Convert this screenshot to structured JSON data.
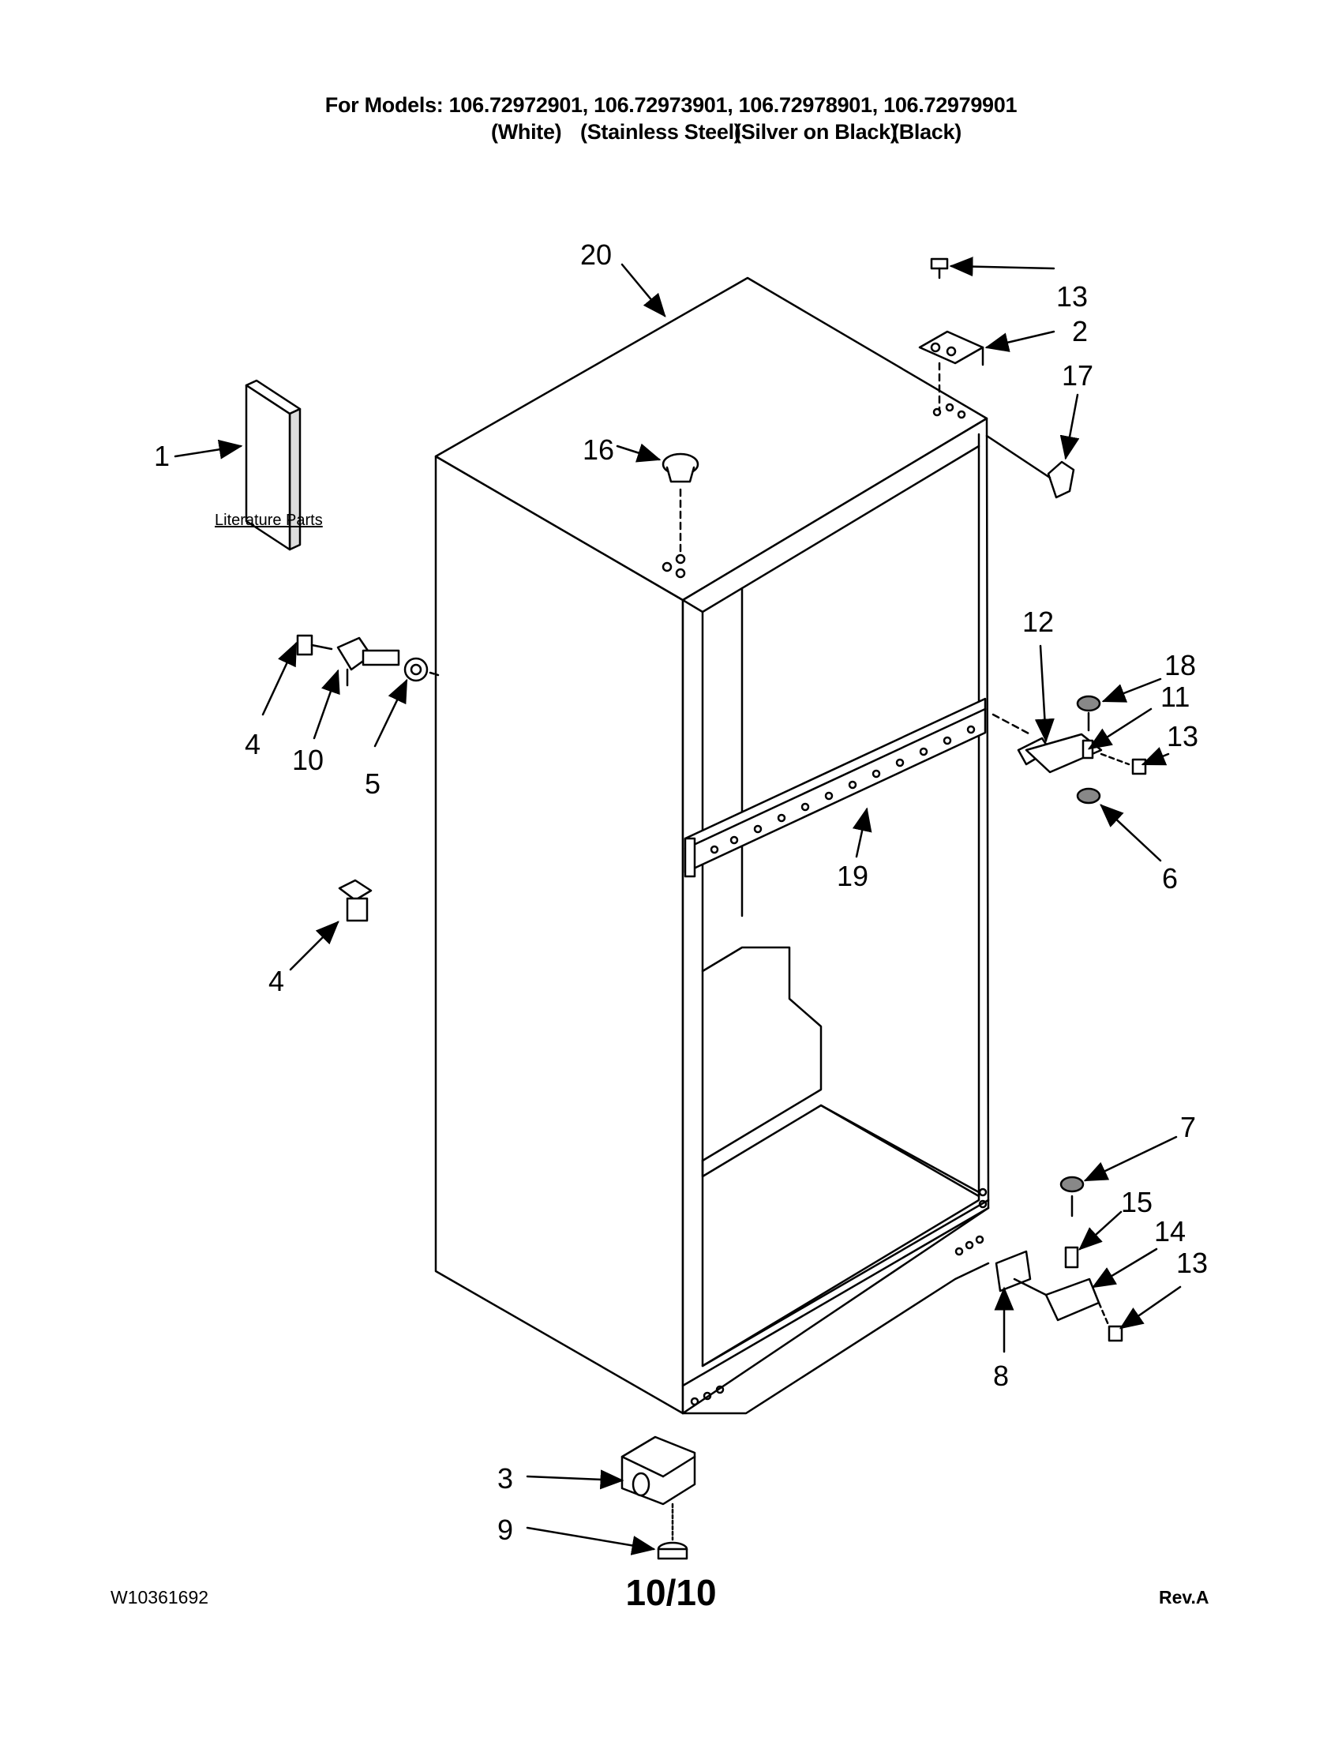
{
  "header": {
    "models_line": "For Models: 106.72972901, 106.72973901, 106.72978901, 106.72979901",
    "colors": [
      "(White)",
      "(Stainless Steel)",
      "(Silver on Black)",
      "(Black)"
    ]
  },
  "literature_label": "Literature Parts",
  "callouts": {
    "c1": "1",
    "c2": "2",
    "c3": "3",
    "c4a": "4",
    "c4b": "4",
    "c5": "5",
    "c6": "6",
    "c7": "7",
    "c8": "8",
    "c9": "9",
    "c10": "10",
    "c11": "11",
    "c12": "12",
    "c13a": "13",
    "c13b": "13",
    "c13c": "13",
    "c14": "14",
    "c15": "15",
    "c16": "16",
    "c17": "17",
    "c18": "18",
    "c19": "19",
    "c20": "20"
  },
  "footer": {
    "doc_id": "W10361692",
    "page": "10/10",
    "revision": "Rev.A"
  }
}
